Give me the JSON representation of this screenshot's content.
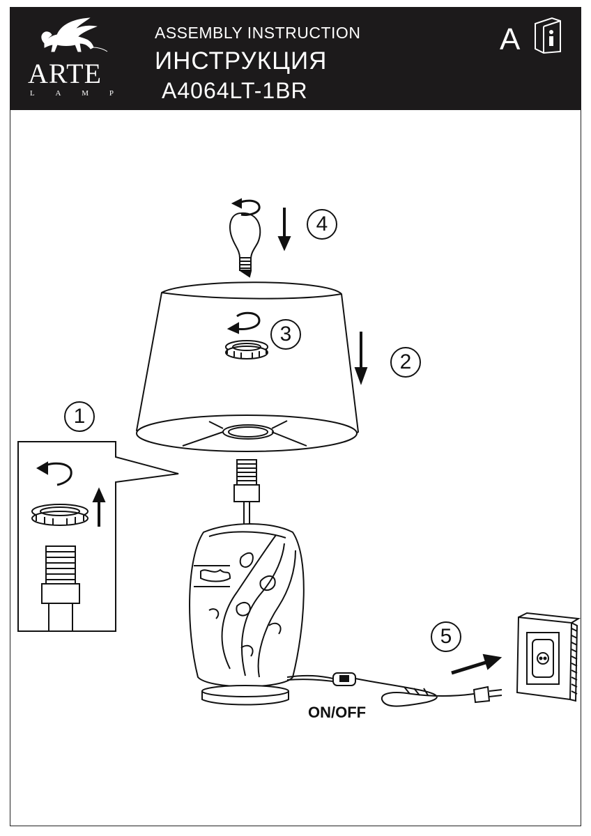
{
  "header": {
    "brand": "ARTE",
    "brand_sub": [
      "L",
      "A",
      "M",
      "P"
    ],
    "title_en": "ASSEMBLY INSTRUCTION",
    "title_ru": "ИНСТРУКЦИЯ",
    "model": "A4064LT-1BR",
    "language": "A",
    "icons": [
      "lion-logo-icon",
      "info-book-icon"
    ]
  },
  "steps": [
    "1",
    "2",
    "3",
    "4",
    "5"
  ],
  "switch_label": "ON/OFF",
  "colors": {
    "header_bg": "#1c1a1b",
    "line": "#111111",
    "text_light": "#ffffff"
  }
}
